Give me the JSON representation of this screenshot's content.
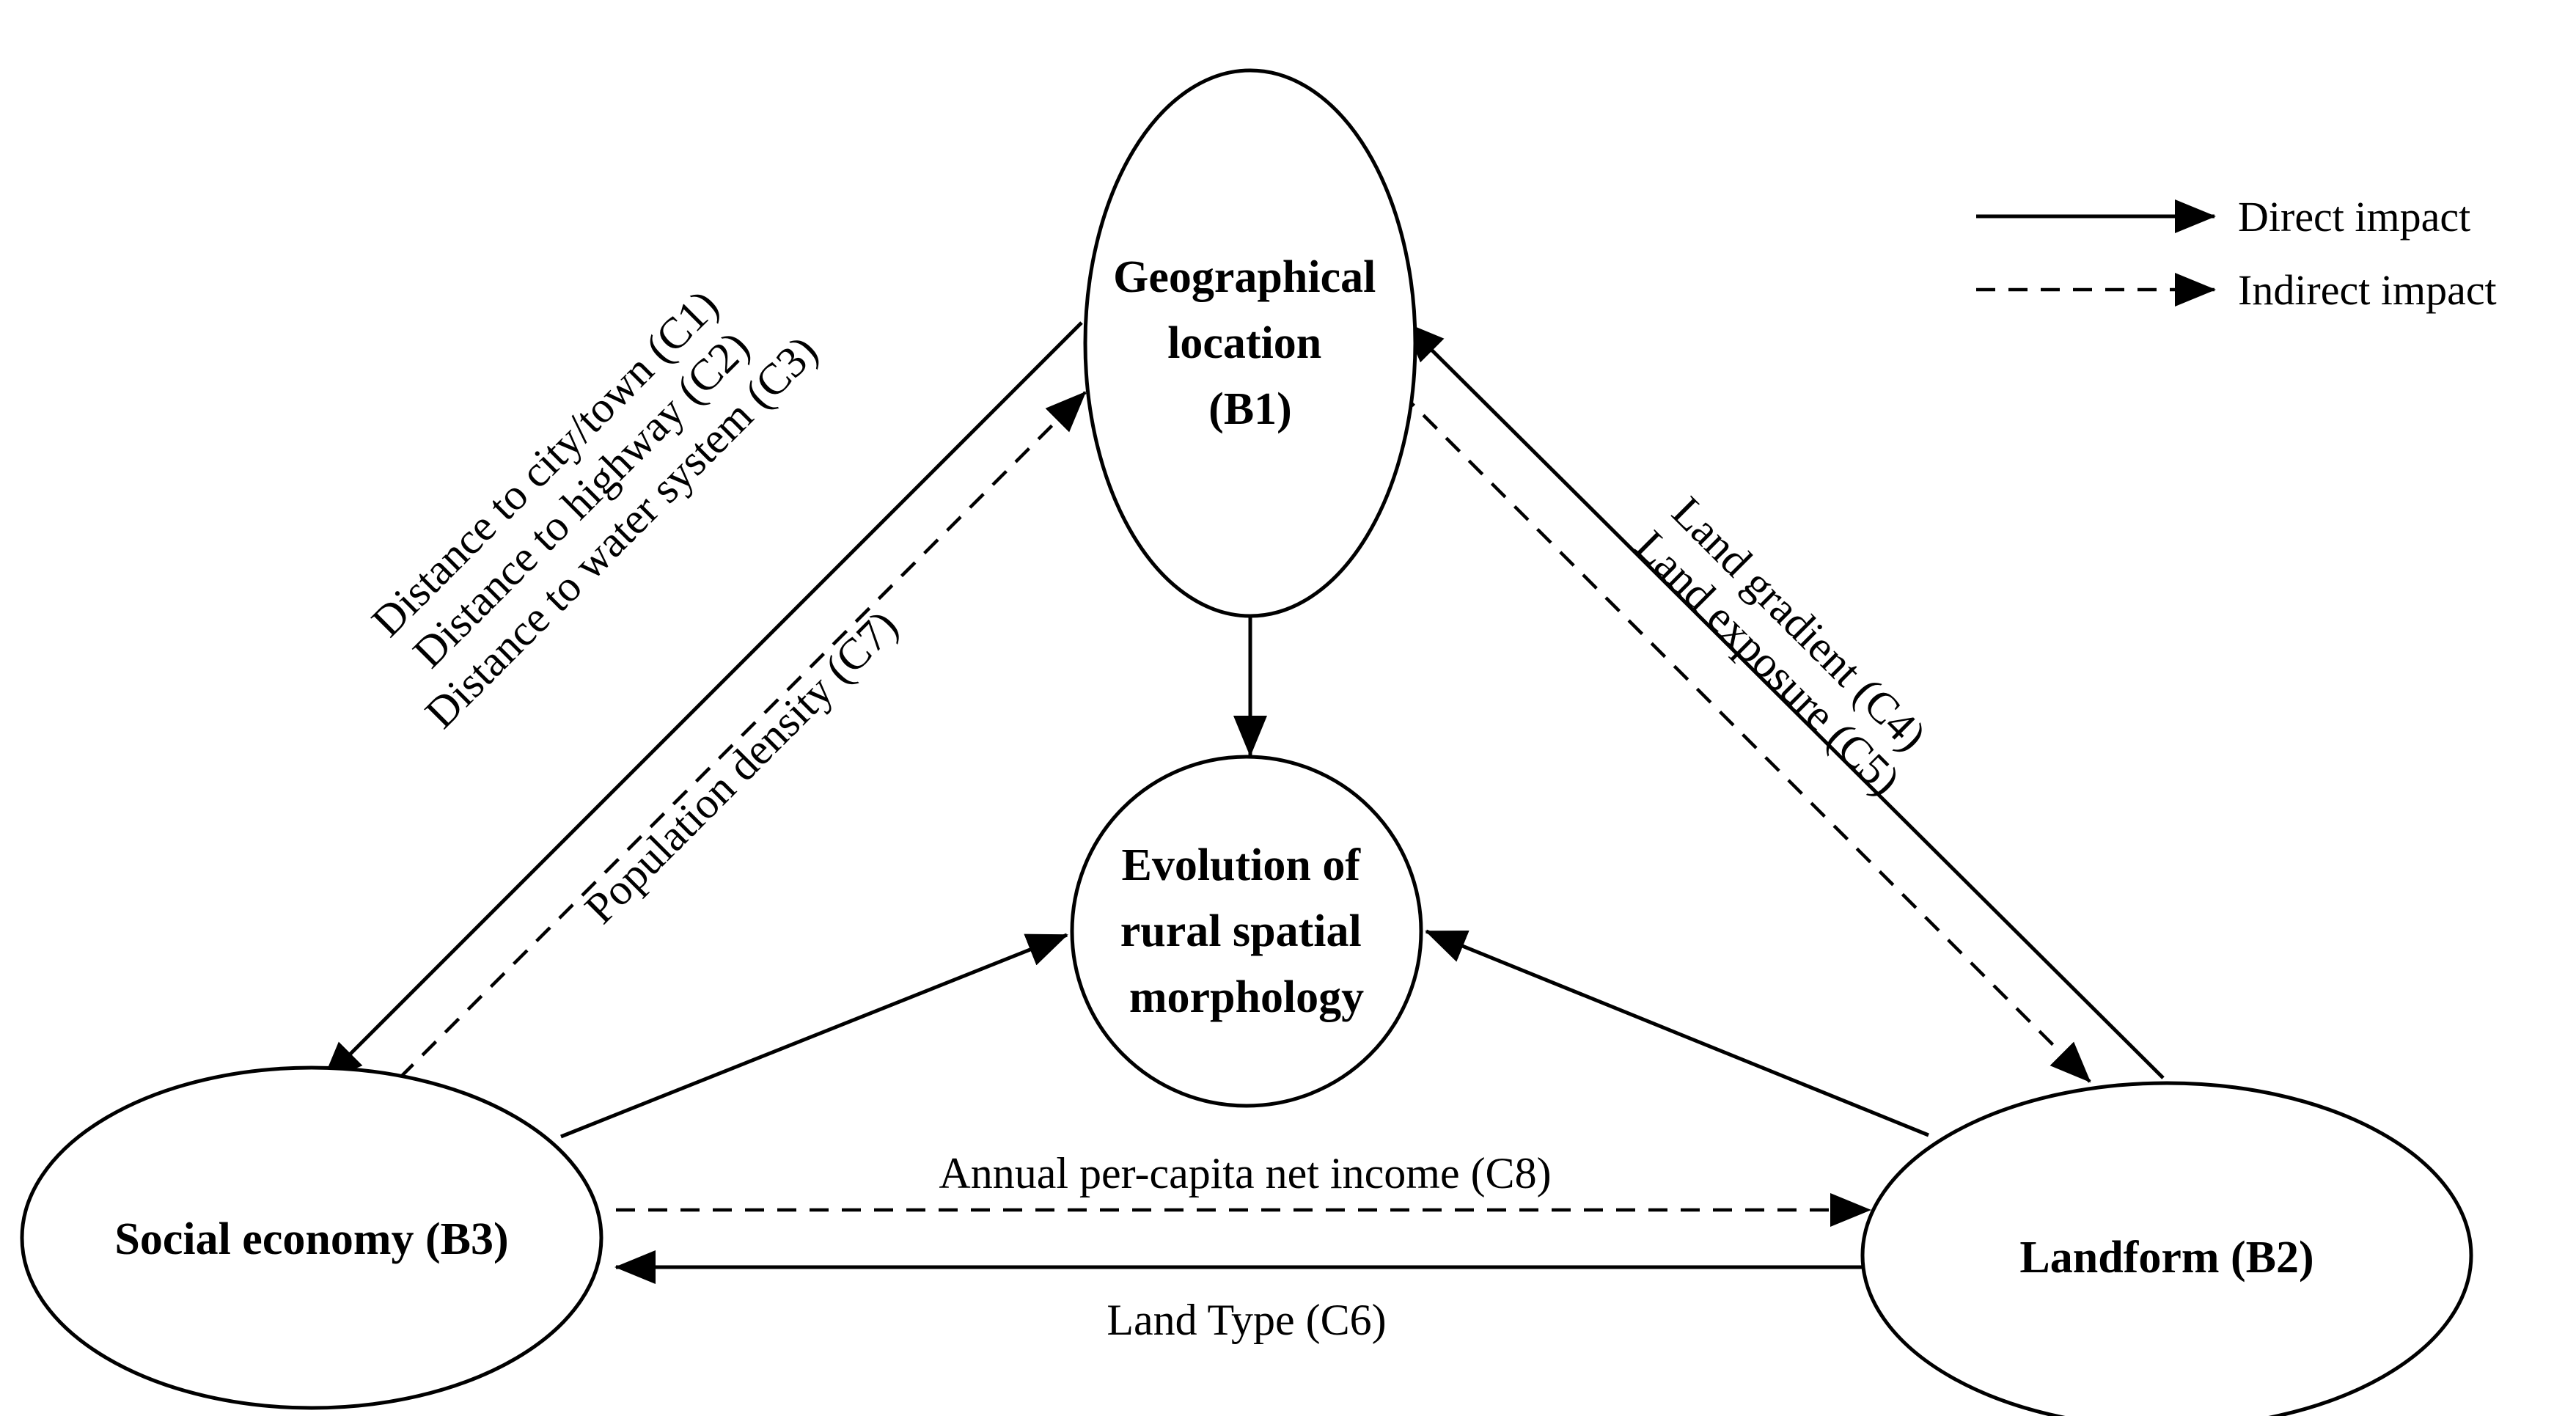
{
  "nodes": {
    "b1": {
      "lines": [
        "Geographical",
        "location",
        "(B1)"
      ]
    },
    "center": {
      "lines": [
        "Evolution of",
        "rural spatial",
        "morphology"
      ]
    },
    "b3": {
      "lines": [
        "Social economy (B3)"
      ]
    },
    "b2": {
      "lines": [
        "Landform (B2)"
      ]
    }
  },
  "edge_labels": {
    "b1_b3": [
      "Distance to city/town (C1)",
      "Distance to highway (C2)",
      "Distance to water system (C3)"
    ],
    "b3_b1": "Population density (C7)",
    "b1_b2": [
      "Land gradient (C4)",
      "Land exposure (C5)"
    ],
    "b3_b2": "Annual per-capita net income (C8)",
    "b2_b3": "Land Type (C6)"
  },
  "legend": {
    "direct": "Direct impact",
    "indirect": "Indirect impact"
  }
}
